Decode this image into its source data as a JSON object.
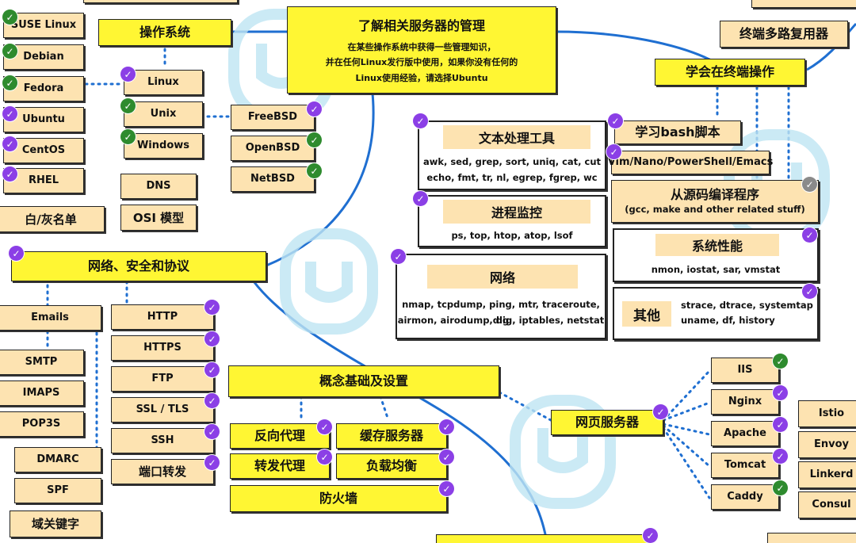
{
  "colors": {
    "yellow": "#fff633",
    "tan": "#fde3b1",
    "purple_check": "#8b3fe6",
    "green_check": "#2e8b2e",
    "gray_check": "#8a8a8a",
    "line_blue": "#1f6fd1"
  },
  "center": {
    "title": "了解相关服务器的管理",
    "lines": [
      "在某些操作系统中获得一些管理知识，",
      "并在任何Linux发行版中使用，如果你没有任何的",
      "Linux使用经验，请选择Ubuntu"
    ]
  },
  "os": {
    "label": "操作系统",
    "distros": [
      "SUSE Linux",
      "Debian",
      "Fedora",
      "Ubuntu",
      "CentOS",
      "RHEL"
    ],
    "families": [
      "Linux",
      "Unix",
      "Windows"
    ],
    "bsd": [
      "FreeBSD",
      "OpenBSD",
      "NetBSD"
    ],
    "misc": [
      "DNS",
      "OSI 模型"
    ],
    "whitelist": "白/灰名单"
  },
  "network": {
    "label": "网络、安全和协议",
    "email": [
      "Emails",
      "SMTP",
      "IMAPS",
      "POP3S",
      "DMARC",
      "SPF",
      "域关键字"
    ],
    "protocols": [
      "HTTP",
      "HTTPS",
      "FTP",
      "SSL / TLS",
      "SSH",
      "端口转发"
    ]
  },
  "concepts": {
    "label": "概念基础及设置",
    "items": [
      "反向代理",
      "缓存服务器",
      "转发代理",
      "负载均衡",
      "防火墙"
    ]
  },
  "webserver": {
    "label": "网页服务器",
    "items": [
      "IIS",
      "Nginx",
      "Apache",
      "Tomcat",
      "Caddy"
    ],
    "mesh": [
      "Istio",
      "Envoy",
      "Linkerd",
      "Consul"
    ]
  },
  "terminal": {
    "label": "学会在终端操作",
    "multiplexer": "终端多路复用器",
    "bash": "学习bash脚本",
    "editors": "Vim/Nano/PowerShell/Emacs",
    "compile_title": "从源码编译程序",
    "compile_sub": "(gcc, make and other related stuff)",
    "perf_title": "系统性能",
    "perf_body": "nmon, iostat, sar, vmstat",
    "other_title": "其他",
    "other_lines": [
      "strace, dtrace, systemtap",
      "uname, df, history"
    ]
  },
  "panels": {
    "text_title": "文本处理工具",
    "text_lines": [
      "awk, sed, grep, sort, uniq, cat, cut",
      "echo, fmt, tr, nl, egrep, fgrep, wc"
    ],
    "proc_title": "进程监控",
    "proc_body": "ps, top, htop, atop, lsof",
    "net_title": "网络",
    "net_lines": [
      "nmap, tcpdump, ping, mtr, traceroute, dig",
      "airmon, airodump, dig, iptables, netstat"
    ]
  }
}
